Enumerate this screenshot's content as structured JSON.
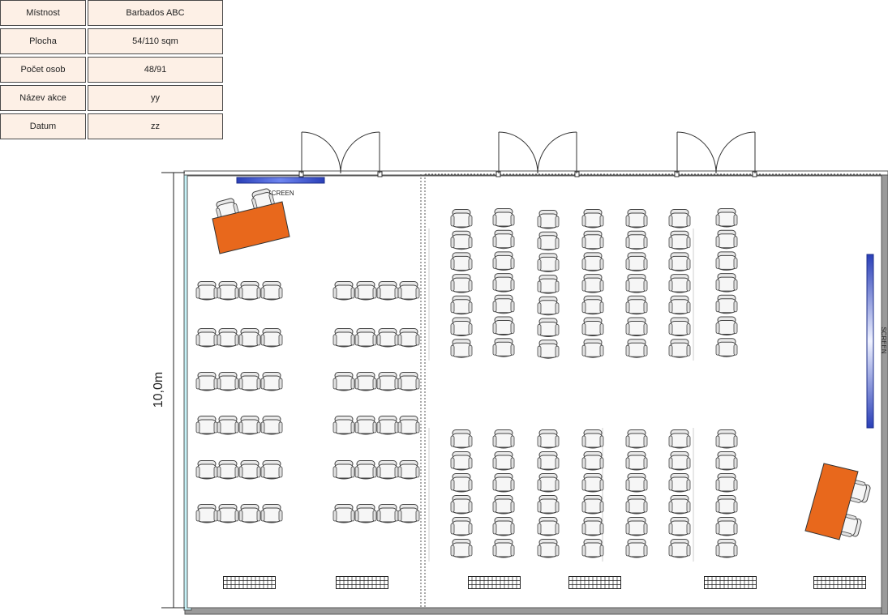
{
  "info_table": [
    {
      "label": "Místnost",
      "value": "Barbados ABC"
    },
    {
      "label": "Plocha",
      "value": "54/110 sqm"
    },
    {
      "label": "Počet osob",
      "value": "48/91"
    },
    {
      "label": "Název akce",
      "value": "yy"
    },
    {
      "label": "Datum",
      "value": "zz"
    }
  ],
  "floorplan": {
    "dimension_label": "10,0m",
    "screen_label_top": "SCREEN",
    "screen_label_right": "SCREEN"
  },
  "colors": {
    "table_fill": "#e8681c",
    "screen_blue": "#3a56d4",
    "info_bg": "#fdf0e6",
    "wall_gray": "#9a9a9a",
    "window_cyan": "#c6f2f8"
  }
}
